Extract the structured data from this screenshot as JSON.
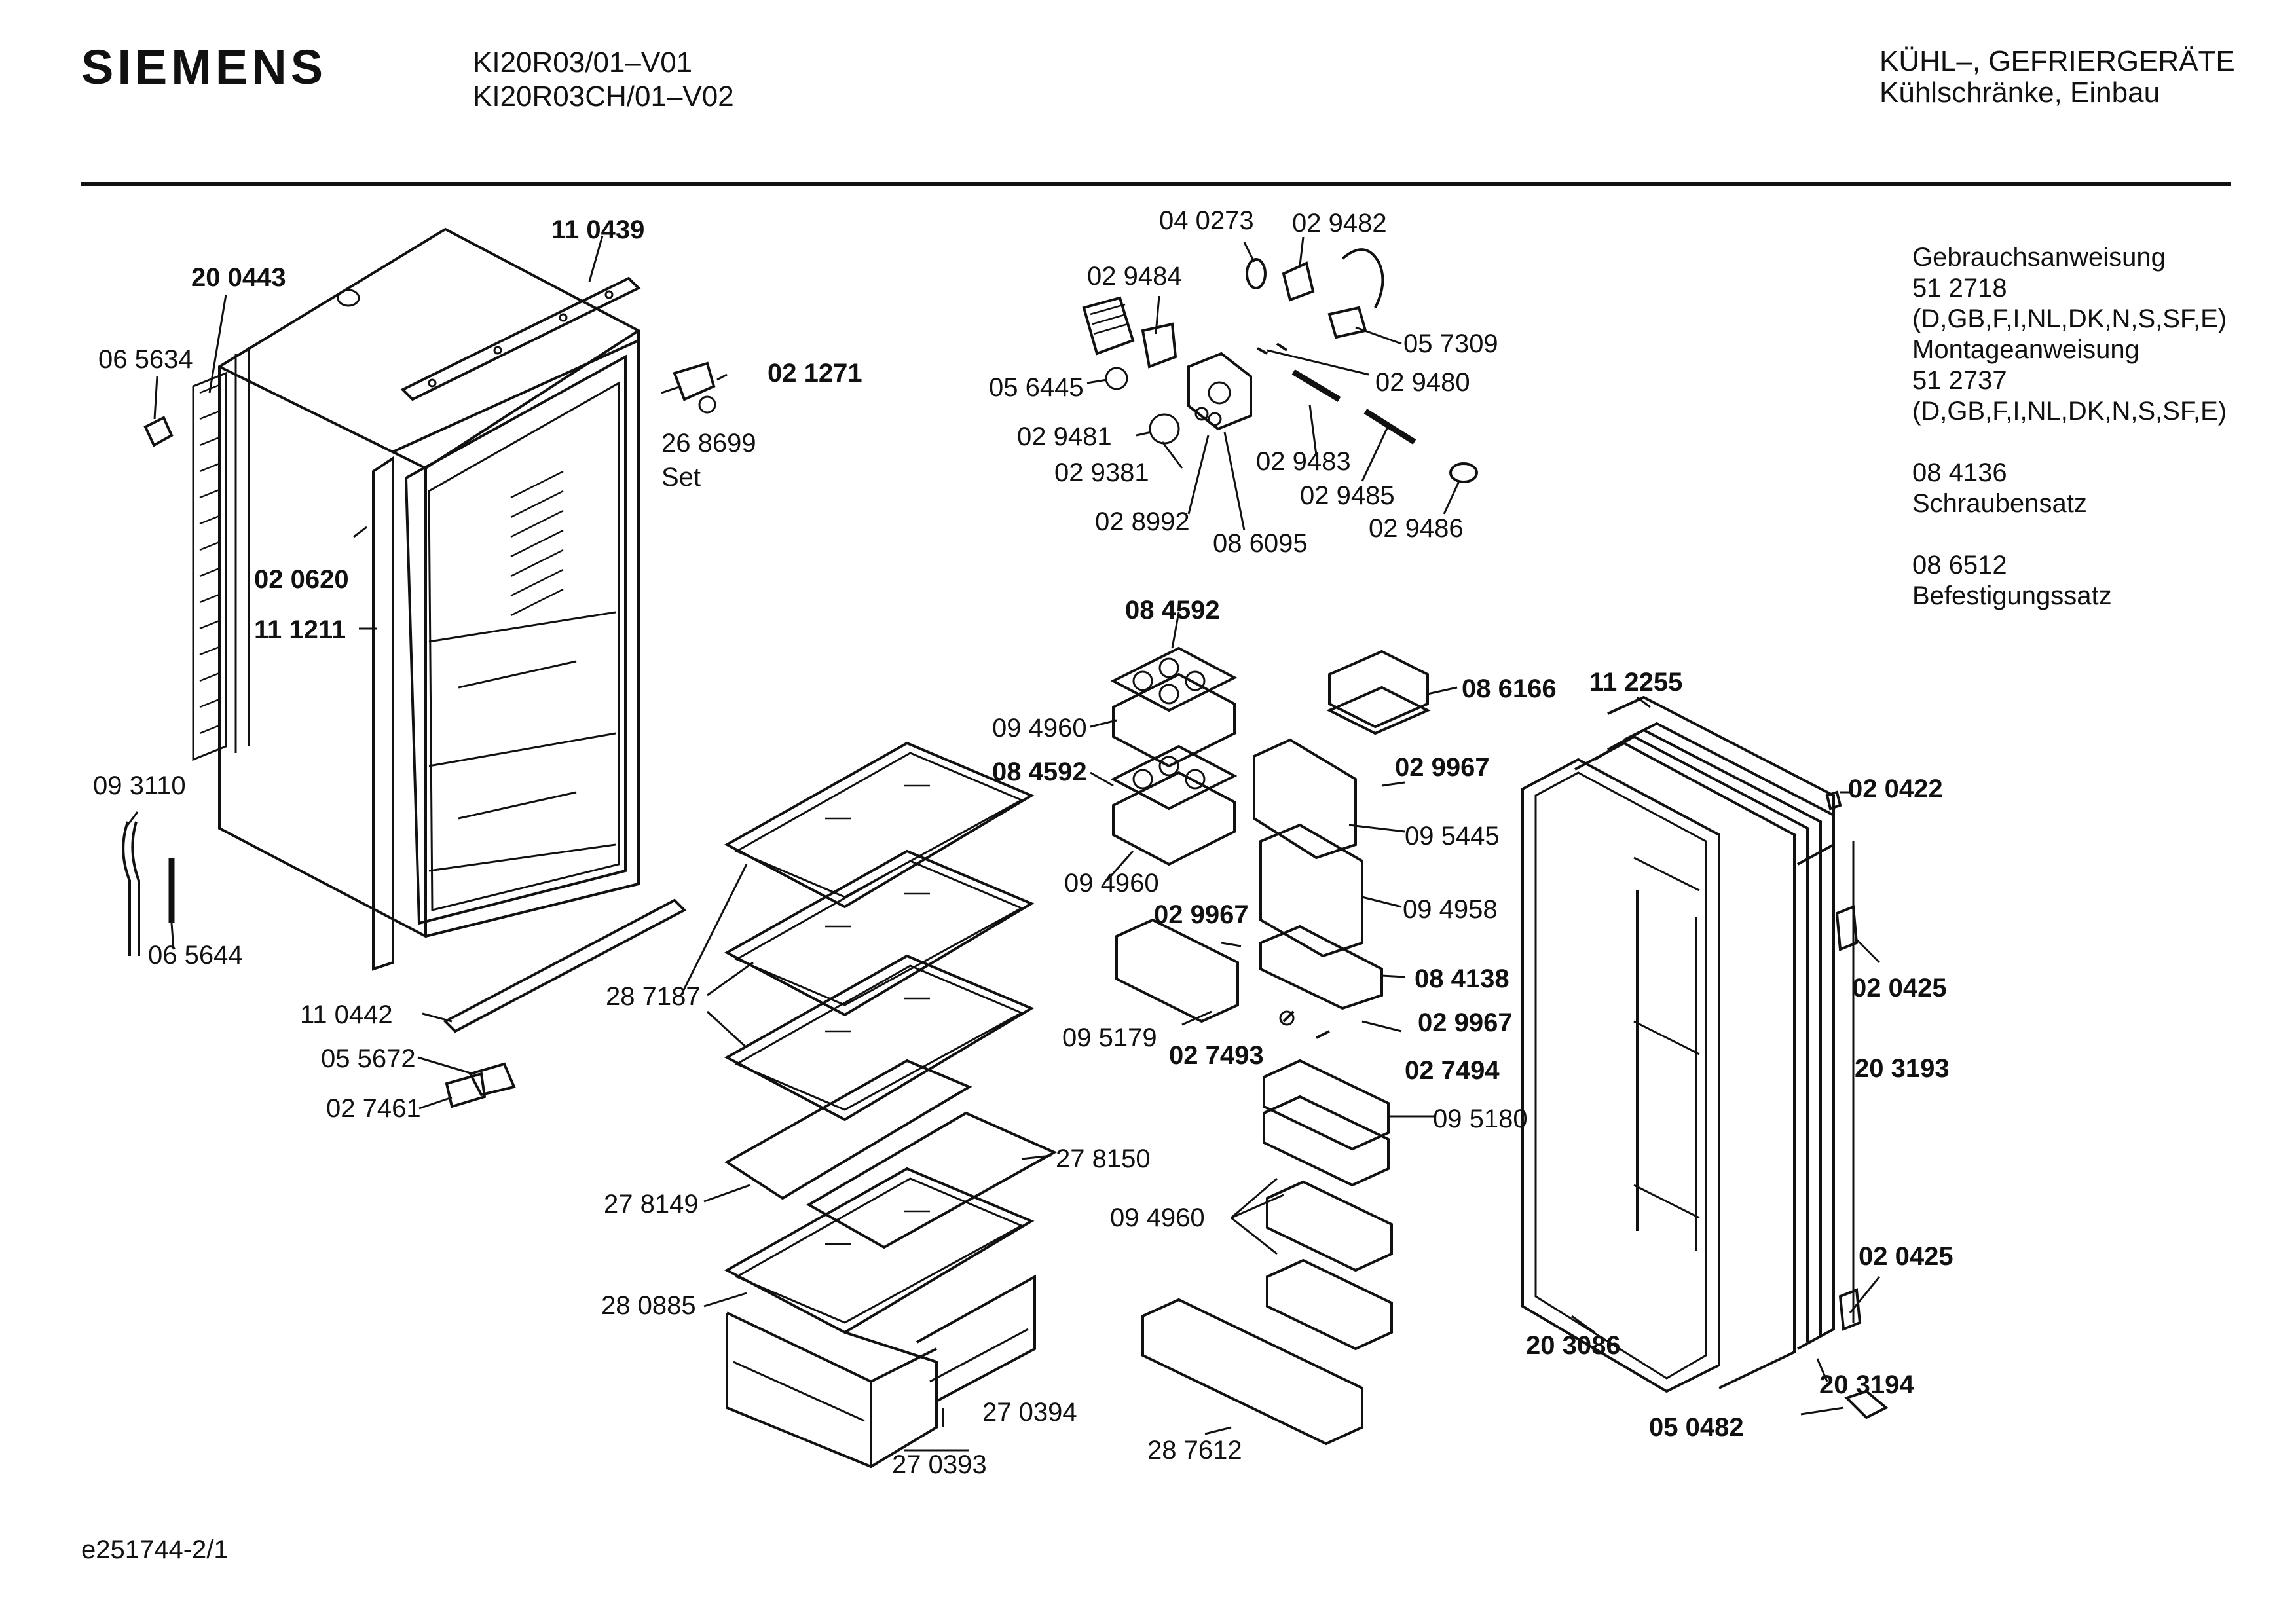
{
  "header": {
    "brand": "SIEMENS",
    "model_lines": [
      "KI20R03/01–V01",
      "KI20R03CH/01–V02"
    ],
    "category_lines": [
      "KÜHL–, GEFRIERGERÄTE",
      "Kühlschränke, Einbau"
    ]
  },
  "side_info": {
    "manual_label": "Gebrauchsanweisung",
    "manual_number": "51 2718",
    "manual_langs": "(D,GB,F,I,NL,DK,N,S,SF,E)",
    "install_label": "Montageanweisung",
    "install_number": "51 2737",
    "install_langs": "(D,GB,F,I,NL,DK,N,S,SF,E)",
    "screw_number": "08 4136",
    "screw_label": "Schraubensatz",
    "fix_number": "08 6512",
    "fix_label": "Befestigungssatz"
  },
  "footer": {
    "code": "e251744-2/1"
  },
  "parts": [
    {
      "id": "p110439",
      "label": "11 0439",
      "bold": true
    },
    {
      "id": "p200443",
      "label": "20 0443",
      "bold": true
    },
    {
      "id": "p065634",
      "label": "06 5634",
      "bold": false
    },
    {
      "id": "p021271",
      "label": "02 1271",
      "bold": true
    },
    {
      "id": "p268699",
      "label": "26 8699",
      "bold": false
    },
    {
      "id": "pset",
      "label": "Set",
      "bold": false
    },
    {
      "id": "p020620",
      "label": "02 0620",
      "bold": true
    },
    {
      "id": "p111211",
      "label": "11 1211",
      "bold": true
    },
    {
      "id": "p093110",
      "label": "09 3110",
      "bold": false
    },
    {
      "id": "p065644",
      "label": "06 5644",
      "bold": false
    },
    {
      "id": "p110442",
      "label": "11 0442",
      "bold": false
    },
    {
      "id": "p055672",
      "label": "05 5672",
      "bold": false
    },
    {
      "id": "p027461",
      "label": "02 7461",
      "bold": false
    },
    {
      "id": "p040273",
      "label": "04 0273",
      "bold": false
    },
    {
      "id": "p029482",
      "label": "02 9482",
      "bold": false
    },
    {
      "id": "p029484",
      "label": "02 9484",
      "bold": false
    },
    {
      "id": "p057309",
      "label": "05 7309",
      "bold": false
    },
    {
      "id": "p056445",
      "label": "05 6445",
      "bold": false
    },
    {
      "id": "p029480",
      "label": "02 9480",
      "bold": false
    },
    {
      "id": "p029481",
      "label": "02 9481",
      "bold": false
    },
    {
      "id": "p029381",
      "label": "02 9381",
      "bold": false
    },
    {
      "id": "p029483",
      "label": "02 9483",
      "bold": false
    },
    {
      "id": "p029485",
      "label": "02 9485",
      "bold": false
    },
    {
      "id": "p028992",
      "label": "02 8992",
      "bold": false
    },
    {
      "id": "p029486",
      "label": "02 9486",
      "bold": false
    },
    {
      "id": "p086095",
      "label": "08 6095",
      "bold": false
    },
    {
      "id": "p084592a",
      "label": "08 4592",
      "bold": true
    },
    {
      "id": "p086166",
      "label": "08 6166",
      "bold": true
    },
    {
      "id": "p112255",
      "label": "11 2255",
      "bold": true
    },
    {
      "id": "p094960a",
      "label": "09 4960",
      "bold": false
    },
    {
      "id": "p084592b",
      "label": "08 4592",
      "bold": true
    },
    {
      "id": "p029967a",
      "label": "02 9967",
      "bold": true
    },
    {
      "id": "p020422",
      "label": "02 0422",
      "bold": true
    },
    {
      "id": "p095445",
      "label": "09 5445",
      "bold": false
    },
    {
      "id": "p094960b",
      "label": "09 4960",
      "bold": false
    },
    {
      "id": "p029967b",
      "label": "02 9967",
      "bold": true
    },
    {
      "id": "p094958",
      "label": "09 4958",
      "bold": false
    },
    {
      "id": "p287187",
      "label": "28 7187",
      "bold": false
    },
    {
      "id": "p084138",
      "label": "08 4138",
      "bold": true
    },
    {
      "id": "p020425a",
      "label": "02 0425",
      "bold": true
    },
    {
      "id": "p029967c",
      "label": "02 9967",
      "bold": true
    },
    {
      "id": "p095179",
      "label": "09 5179",
      "bold": false
    },
    {
      "id": "p027493",
      "label": "02 7493",
      "bold": true
    },
    {
      "id": "p027494",
      "label": "02 7494",
      "bold": true
    },
    {
      "id": "p203193",
      "label": "20 3193",
      "bold": true
    },
    {
      "id": "p095180",
      "label": "09 5180",
      "bold": false
    },
    {
      "id": "p278150",
      "label": "27 8150",
      "bold": false
    },
    {
      "id": "p278149",
      "label": "27 8149",
      "bold": false
    },
    {
      "id": "p094960c",
      "label": "09 4960",
      "bold": false
    },
    {
      "id": "p020425b",
      "label": "02 0425",
      "bold": true
    },
    {
      "id": "p280885",
      "label": "28 0885",
      "bold": false
    },
    {
      "id": "p203086",
      "label": "20 3086",
      "bold": true
    },
    {
      "id": "p203194",
      "label": "20 3194",
      "bold": true
    },
    {
      "id": "p270394",
      "label": "27 0394",
      "bold": false
    },
    {
      "id": "p287612",
      "label": "28 7612",
      "bold": false
    },
    {
      "id": "p050482",
      "label": "05 0482",
      "bold": true
    },
    {
      "id": "p270393",
      "label": "27 0393",
      "bold": false
    }
  ]
}
